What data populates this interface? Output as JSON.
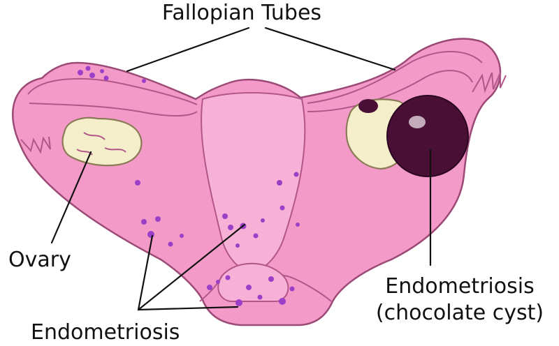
{
  "labels": {
    "fallopian_tubes": "Fallopian Tubes",
    "ovary": "Ovary",
    "endometriosis": "Endometriosis",
    "endometrioma_line1": "Endometriosis",
    "endometrioma_line2": "(chocolate cyst)"
  },
  "colors": {
    "uterus_fill": "#f49ac9",
    "uterus_outline": "#9b4a76",
    "ovary_fill": "#f4eecb",
    "lesion": "#9b3fc8",
    "cyst": "#4a0f35",
    "label_text": "#111111"
  }
}
